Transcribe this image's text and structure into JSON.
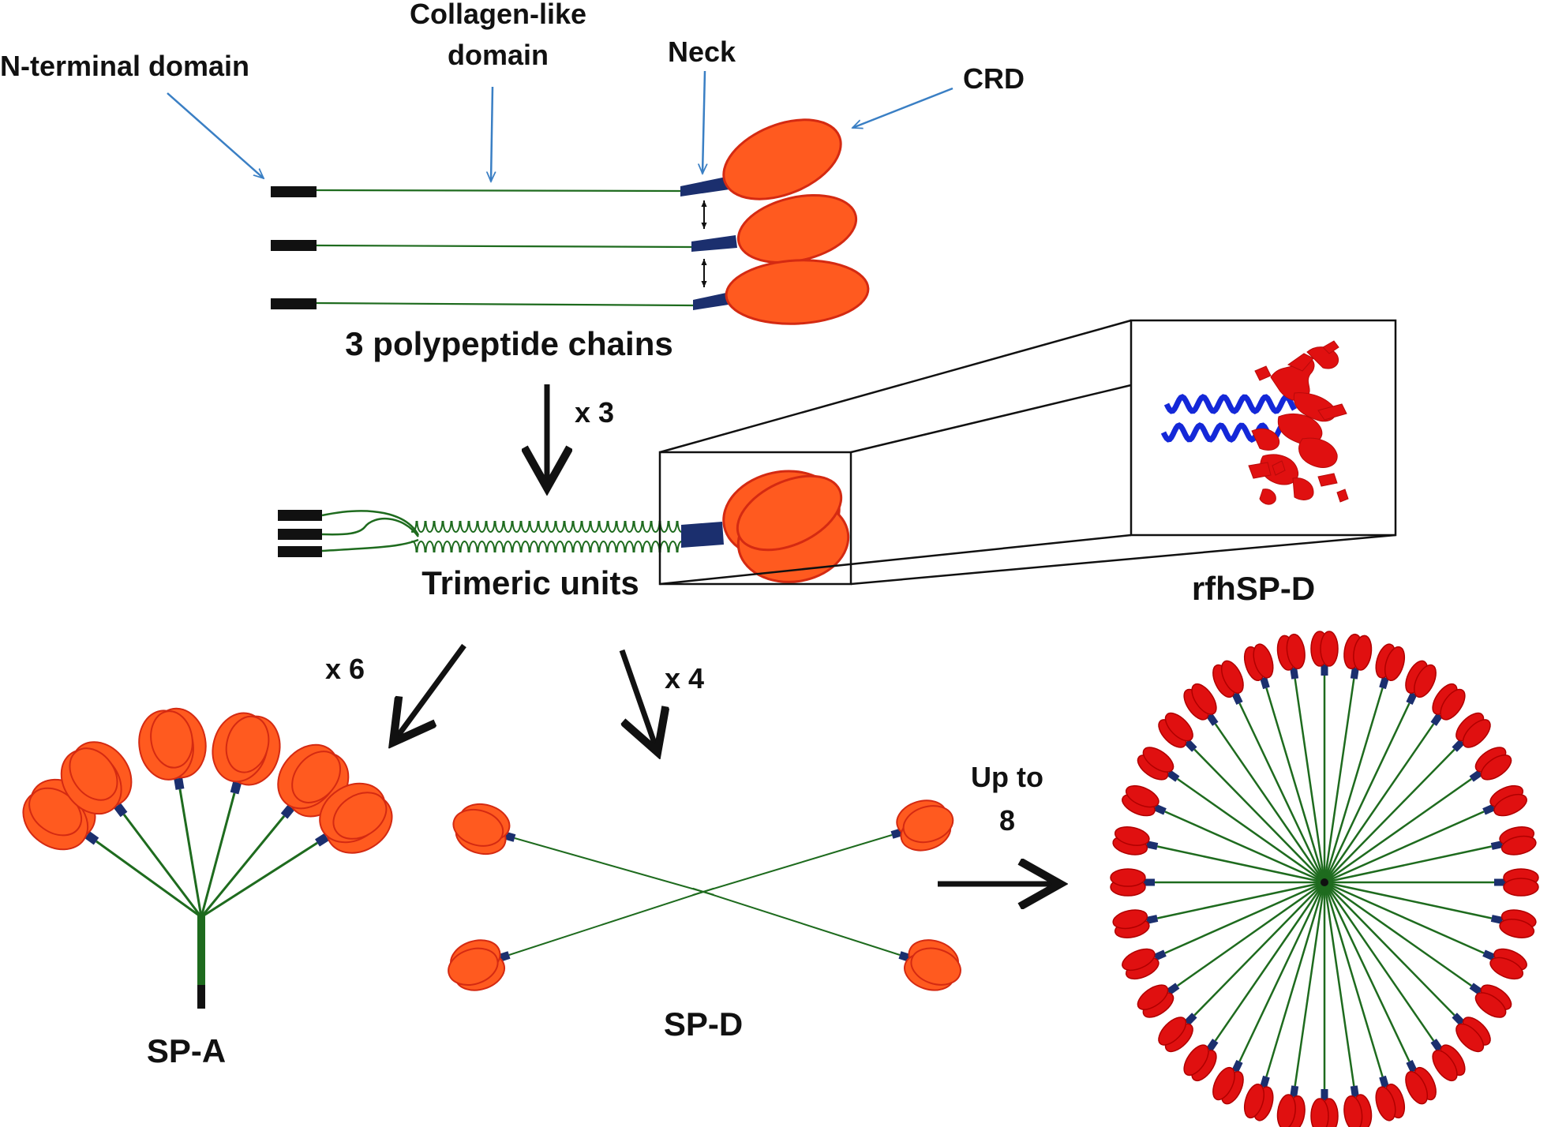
{
  "labels": {
    "n_terminal": "N-terminal domain",
    "collagen_line1": "Collagen-like",
    "collagen_line2": "domain",
    "neck": "Neck",
    "crd": "CRD",
    "chains": "3 polypeptide chains",
    "x3": "x 3",
    "trimeric": "Trimeric units",
    "rfhspd": "rfhSP-D",
    "x6": "x 6",
    "x4": "x 4",
    "spa": "SP-A",
    "spd": "SP-D",
    "upto_line1": "Up to",
    "upto_line2": "8"
  },
  "colors": {
    "crd_fill": "#ff5a1f",
    "crd_stroke": "#d42a12",
    "neck": "#1b2f6e",
    "collagen": "#1e6b1e",
    "n_terminal": "#111111",
    "callout_arrow": "#3a7fc4",
    "flow_arrow": "#111111",
    "helix_blue": "#1428d8",
    "crd_red": "#e01010"
  },
  "icons": {
    "callout_arrows": "thin-blue-arrow-icon",
    "flow_arrows": "thick-black-arrow-icon",
    "double_arrows": "double-headed-arrow-icon"
  },
  "multimer": {
    "arms": 36
  }
}
